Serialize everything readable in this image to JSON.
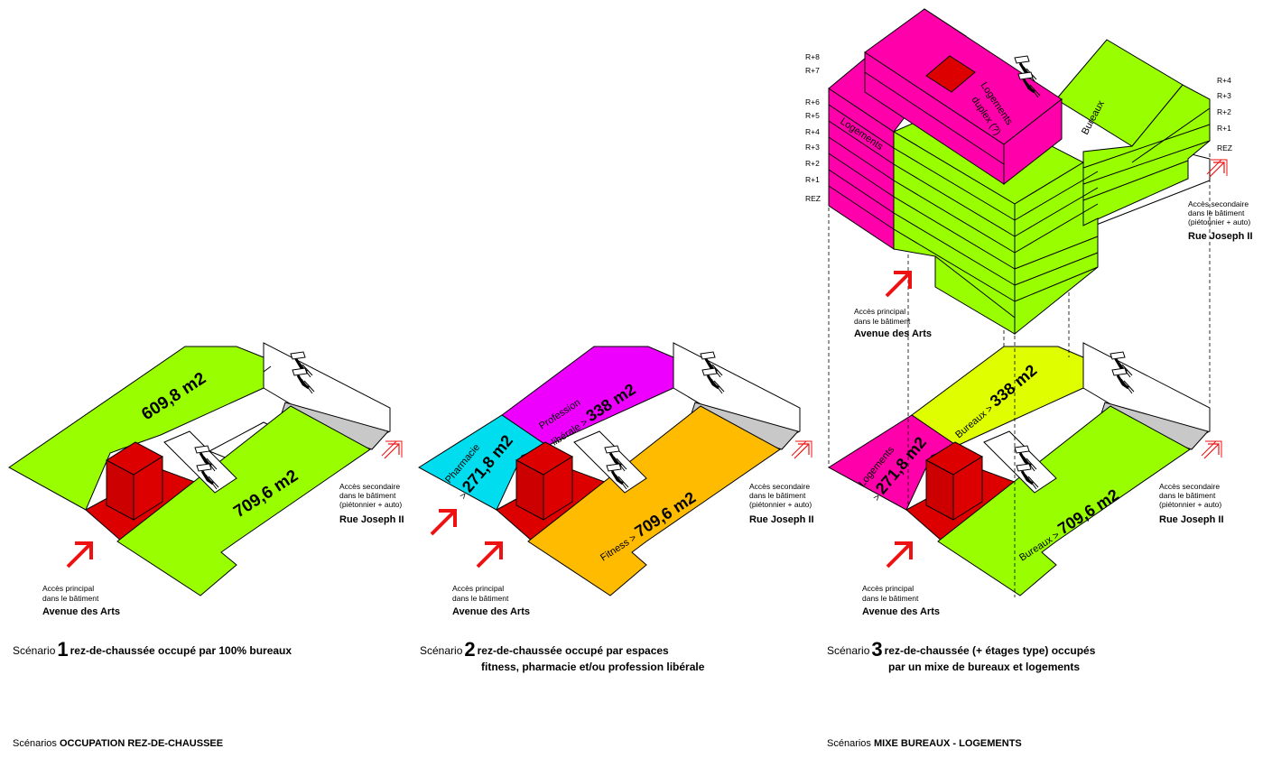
{
  "colors": {
    "green": "#99ff00",
    "red": "#dd0000",
    "magenta": "#ff00aa",
    "violet": "#ee00ff",
    "cyan": "#00ddee",
    "orange": "#ffbb00",
    "lime": "#dfff00",
    "gray": "#c8c8c8"
  },
  "scenario1": {
    "area_top": "609,8 m2",
    "area_right": "709,6 m2",
    "main_access": [
      "Accès principal",
      "dans le bâtiment",
      "Avenue des Arts"
    ],
    "secondary_access": [
      "Accès secondaire",
      "dans le bâtiment",
      "(piétonnier + auto)",
      "Rue Joseph II"
    ],
    "caption_prefix": "Scénario",
    "caption_number": "1",
    "caption_line1": "rez-de-chaussée occupé par 100% bureaux"
  },
  "scenario2": {
    "violet_label": "Profession libérale > 338 m2",
    "violet_line1": "Profession",
    "violet_line2": "libérale > ",
    "violet_value": "338 m2",
    "cyan_line1": "Pharmacie",
    "cyan_line2": "> ",
    "cyan_value": "271,8 m2",
    "orange_prefix": "Fitness > ",
    "orange_value": "709,6 m2",
    "main_access": [
      "Accès principal",
      "dans le bâtiment",
      "Avenue des Arts"
    ],
    "secondary_access": [
      "Accès secondaire",
      "dans le bâtiment",
      "(piétonnier + auto)",
      "Rue Joseph II"
    ],
    "caption_prefix": "Scénario",
    "caption_number": "2",
    "caption_line1": "rez-de-chaussée occupé par espaces",
    "caption_line2": "fitness, pharmacie et/ou profession libérale"
  },
  "scenario3": {
    "lime_prefix": "Bureaux > ",
    "lime_value": "338 m2",
    "magenta_line1": "Logements",
    "magenta_line2": "> ",
    "magenta_value": "271,8 m2",
    "green_prefix": "Bureaux > ",
    "green_value": "709,6 m2",
    "main_access": [
      "Accès principal",
      "dans le bâtiment",
      "Avenue des Arts"
    ],
    "secondary_access": [
      "Accès secondaire",
      "dans le bâtiment",
      "(piétonnier + auto)",
      "Rue Joseph II"
    ],
    "caption_prefix": "Scénario",
    "caption_number": "3",
    "caption_line1": "rez-de-chaussée (+ étages type) occupés",
    "caption_line2": "par un mixe de bureaux et logements"
  },
  "building": {
    "left_levels": [
      "R+8",
      "R+7",
      "R+6",
      "R+5",
      "R+4",
      "R+3",
      "R+2",
      "R+1",
      "REZ"
    ],
    "right_levels": [
      "R+4",
      "R+3",
      "R+2",
      "R+1",
      "REZ"
    ],
    "label_logements": "Logements",
    "label_duplex_1": "Logements",
    "label_duplex_2": "duplex (?)",
    "label_bureaux": "Bureaux",
    "main_access": [
      "Accès principal",
      "dans le bâtiment",
      "Avenue des Arts"
    ],
    "secondary_access": [
      "Accès secondaire",
      "dans le bâtiment",
      "(piétonnier + auto)",
      "Rue Joseph II"
    ]
  },
  "footer": {
    "left_prefix": "Scénarios",
    "left_title": "OCCUPATION REZ-DE-CHAUSSEE",
    "right_prefix": "Scénarios",
    "right_title": "MIXE BUREAUX - LOGEMENTS"
  }
}
